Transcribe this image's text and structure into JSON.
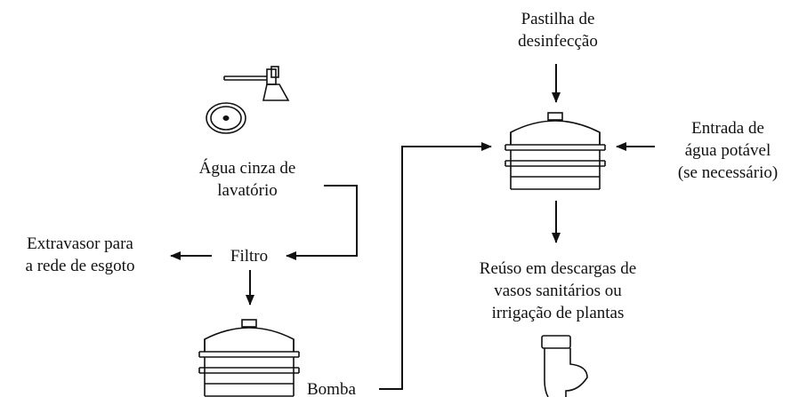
{
  "labels": {
    "sink_source_line1": "Água cinza de",
    "sink_source_line2": "lavatório",
    "filter": "Filtro",
    "overflow_line1": "Extravasor para",
    "overflow_line2": "a rede de esgoto",
    "pump": "Bomba",
    "tablet_line1": "Pastilha de",
    "tablet_line2": "desinfecção",
    "potable_line1": "Entrada de",
    "potable_line2": "água potável",
    "potable_line3": "(se necessário)",
    "reuse_line1": "Reúso em descargas de",
    "reuse_line2": "vasos sanitários ou",
    "reuse_line3": "irrigação de plantas"
  },
  "icons": {
    "faucet": "faucet-icon",
    "drain": "drain-icon",
    "tank": "water-tank-icon",
    "toilet": "toilet-icon"
  }
}
